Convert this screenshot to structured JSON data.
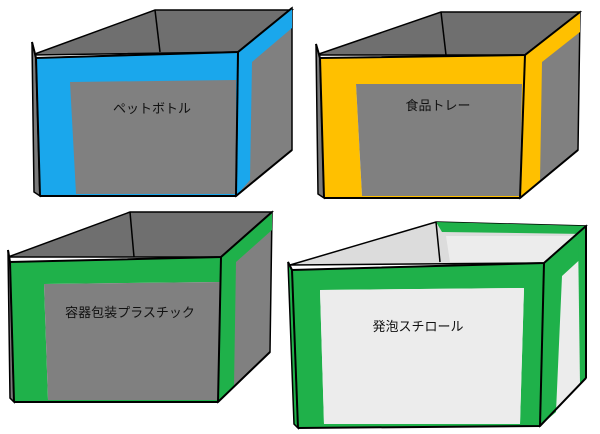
{
  "bins": [
    {
      "label": "ペットボトル",
      "color": "#1aa7ec",
      "panel_color": "#808080"
    },
    {
      "label": "食品トレー",
      "color": "#ffc000",
      "panel_color": "#808080"
    },
    {
      "label": "容器包装プラスチック",
      "color": "#1fb14a",
      "panel_color": "#808080"
    },
    {
      "label": "発泡スチロール",
      "color": "#1fb14a",
      "panel_color": "#ececec"
    }
  ]
}
